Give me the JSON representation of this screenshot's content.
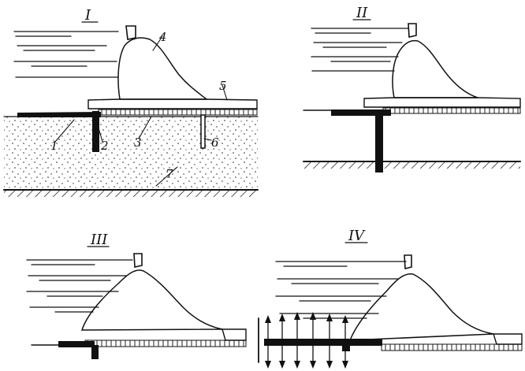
{
  "panels": [
    {
      "id": "I",
      "title": "I"
    },
    {
      "id": "II",
      "title": "II"
    },
    {
      "id": "III",
      "title": "III"
    },
    {
      "id": "IV",
      "title": "IV"
    }
  ],
  "callouts": [
    "1",
    "2",
    "3",
    "4",
    "5",
    "6",
    "7"
  ],
  "colors": {
    "ink": "#111111",
    "paper": "#ffffff"
  }
}
